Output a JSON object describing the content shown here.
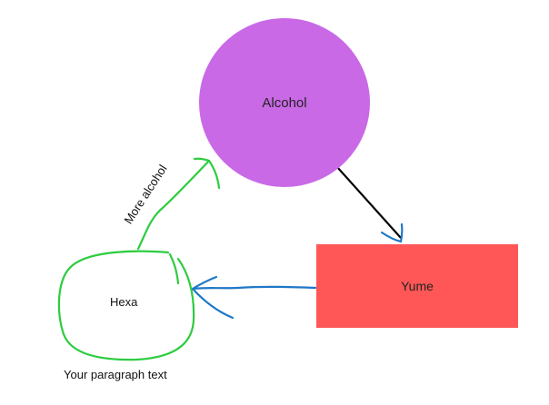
{
  "nodes": {
    "alcohol": "Alcohol",
    "yume": "Yume",
    "hexa": "Hexa"
  },
  "edge_label": "More alcohol",
  "paragraph": "Your paragraph text",
  "colors": {
    "circle": "#c969e6",
    "rectangle": "#ff5757",
    "green_stroke": "#2ecc40",
    "blue_stroke": "#1f78c8",
    "black_arrow": "#000000"
  }
}
